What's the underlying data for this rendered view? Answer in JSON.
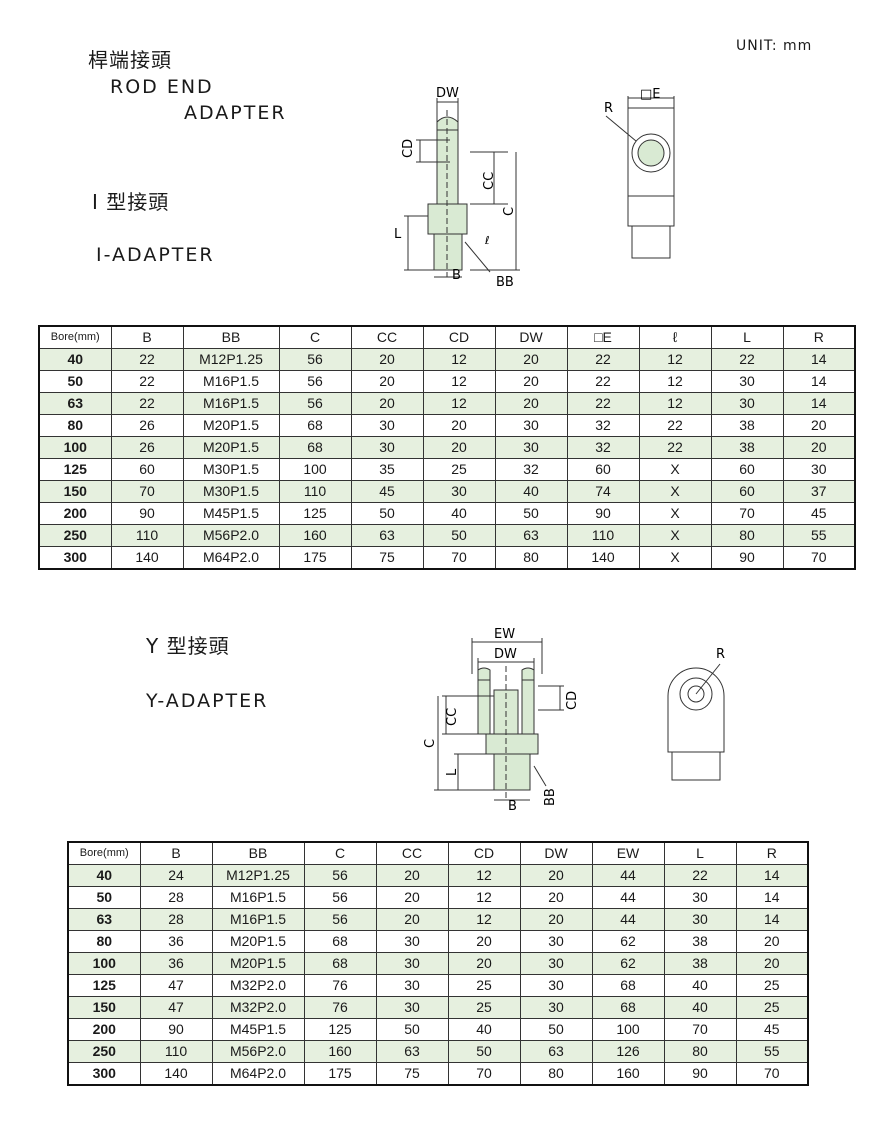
{
  "unit_label": "UNIT: mm",
  "rod_end": {
    "title_cn": "桿端接頭",
    "title_en_line1": "ROD END",
    "title_en_line2": "ADAPTER"
  },
  "i_adapter": {
    "title_cn": "I 型接頭",
    "title_en": "I-ADAPTER",
    "diagram_labels": {
      "dw": "DW",
      "cd": "CD",
      "cc": "CC",
      "c": "C",
      "l": "L",
      "ell": "ℓ",
      "b": "B",
      "bb": "BB",
      "r": "R",
      "e": "□E"
    },
    "table": {
      "headers": [
        "Bore(mm)",
        "B",
        "BB",
        "C",
        "CC",
        "CD",
        "DW",
        "□E",
        "ℓ",
        "L",
        "R"
      ],
      "rows": [
        [
          "40",
          "22",
          "M12P1.25",
          "56",
          "20",
          "12",
          "20",
          "22",
          "12",
          "22",
          "14"
        ],
        [
          "50",
          "22",
          "M16P1.5",
          "56",
          "20",
          "12",
          "20",
          "22",
          "12",
          "30",
          "14"
        ],
        [
          "63",
          "22",
          "M16P1.5",
          "56",
          "20",
          "12",
          "20",
          "22",
          "12",
          "30",
          "14"
        ],
        [
          "80",
          "26",
          "M20P1.5",
          "68",
          "30",
          "20",
          "30",
          "32",
          "22",
          "38",
          "20"
        ],
        [
          "100",
          "26",
          "M20P1.5",
          "68",
          "30",
          "20",
          "30",
          "32",
          "22",
          "38",
          "20"
        ],
        [
          "125",
          "60",
          "M30P1.5",
          "100",
          "35",
          "25",
          "32",
          "60",
          "X",
          "60",
          "30"
        ],
        [
          "150",
          "70",
          "M30P1.5",
          "110",
          "45",
          "30",
          "40",
          "74",
          "X",
          "60",
          "37"
        ],
        [
          "200",
          "90",
          "M45P1.5",
          "125",
          "50",
          "40",
          "50",
          "90",
          "X",
          "70",
          "45"
        ],
        [
          "250",
          "110",
          "M56P2.0",
          "160",
          "63",
          "50",
          "63",
          "110",
          "X",
          "80",
          "55"
        ],
        [
          "300",
          "140",
          "M64P2.0",
          "175",
          "75",
          "70",
          "80",
          "140",
          "X",
          "90",
          "70"
        ]
      ]
    }
  },
  "y_adapter": {
    "title_cn": "Y 型接頭",
    "title_en": "Y-ADAPTER",
    "diagram_labels": {
      "ew": "EW",
      "dw": "DW",
      "cd": "CD",
      "cc": "CC",
      "c": "C",
      "l": "L",
      "b": "B",
      "bb": "BB",
      "r": "R"
    },
    "table": {
      "headers": [
        "Bore(mm)",
        "B",
        "BB",
        "C",
        "CC",
        "CD",
        "DW",
        "EW",
        "L",
        "R"
      ],
      "rows": [
        [
          "40",
          "24",
          "M12P1.25",
          "56",
          "20",
          "12",
          "20",
          "44",
          "22",
          "14"
        ],
        [
          "50",
          "28",
          "M16P1.5",
          "56",
          "20",
          "12",
          "20",
          "44",
          "30",
          "14"
        ],
        [
          "63",
          "28",
          "M16P1.5",
          "56",
          "20",
          "12",
          "20",
          "44",
          "30",
          "14"
        ],
        [
          "80",
          "36",
          "M20P1.5",
          "68",
          "30",
          "20",
          "30",
          "62",
          "38",
          "20"
        ],
        [
          "100",
          "36",
          "M20P1.5",
          "68",
          "30",
          "20",
          "30",
          "62",
          "38",
          "20"
        ],
        [
          "125",
          "47",
          "M32P2.0",
          "76",
          "30",
          "25",
          "30",
          "68",
          "40",
          "25"
        ],
        [
          "150",
          "47",
          "M32P2.0",
          "76",
          "30",
          "25",
          "30",
          "68",
          "40",
          "25"
        ],
        [
          "200",
          "90",
          "M45P1.5",
          "125",
          "50",
          "40",
          "50",
          "100",
          "70",
          "45"
        ],
        [
          "250",
          "110",
          "M56P2.0",
          "160",
          "63",
          "50",
          "63",
          "126",
          "80",
          "55"
        ],
        [
          "300",
          "140",
          "M64P2.0",
          "175",
          "75",
          "70",
          "80",
          "160",
          "90",
          "70"
        ]
      ]
    }
  },
  "colors": {
    "shade_row": "#e6f0df",
    "part_fill": "#d9ead3",
    "line": "#333333"
  }
}
